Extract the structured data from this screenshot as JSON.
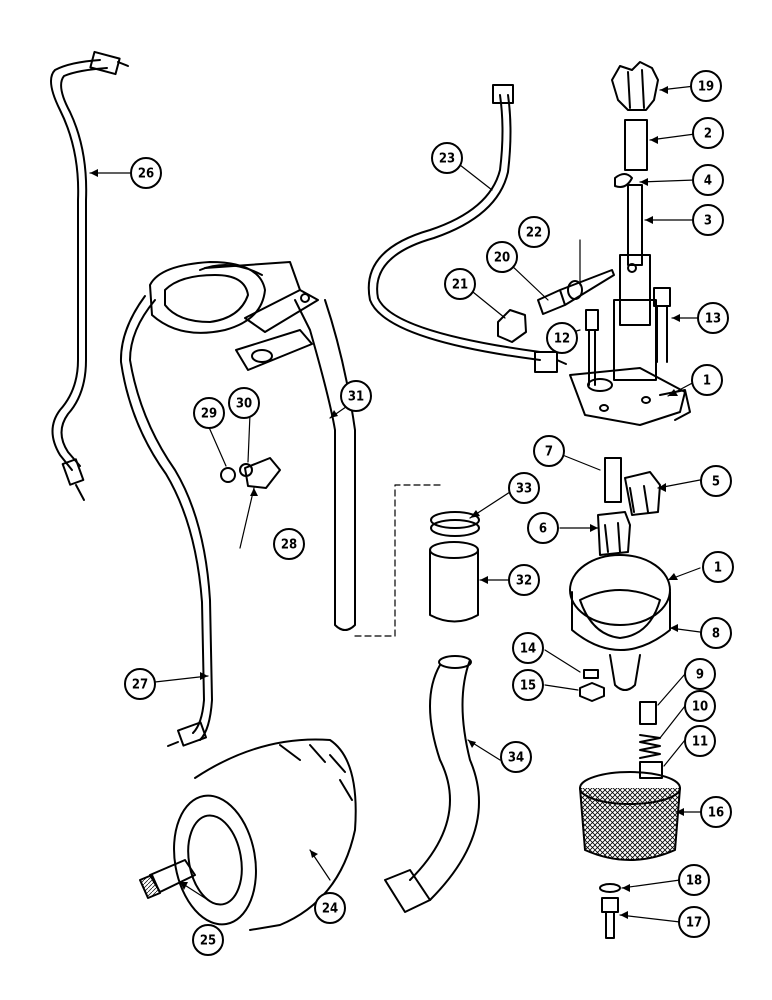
{
  "diagram": {
    "callouts": [
      {
        "id": "c1a",
        "label": "1"
      },
      {
        "id": "c1b",
        "label": "1"
      },
      {
        "id": "c2",
        "label": "2"
      },
      {
        "id": "c3",
        "label": "3"
      },
      {
        "id": "c4",
        "label": "4"
      },
      {
        "id": "c5",
        "label": "5"
      },
      {
        "id": "c6",
        "label": "6"
      },
      {
        "id": "c7",
        "label": "7"
      },
      {
        "id": "c8",
        "label": "8"
      },
      {
        "id": "c9",
        "label": "9"
      },
      {
        "id": "c10",
        "label": "10"
      },
      {
        "id": "c11",
        "label": "11"
      },
      {
        "id": "c12",
        "label": "12"
      },
      {
        "id": "c13",
        "label": "13"
      },
      {
        "id": "c14",
        "label": "14"
      },
      {
        "id": "c15",
        "label": "15"
      },
      {
        "id": "c16",
        "label": "16"
      },
      {
        "id": "c17",
        "label": "17"
      },
      {
        "id": "c18",
        "label": "18"
      },
      {
        "id": "c19",
        "label": "19"
      },
      {
        "id": "c20",
        "label": "20"
      },
      {
        "id": "c21",
        "label": "21"
      },
      {
        "id": "c22",
        "label": "22"
      },
      {
        "id": "c23",
        "label": "23"
      },
      {
        "id": "c24",
        "label": "24"
      },
      {
        "id": "c25",
        "label": "25"
      },
      {
        "id": "c26",
        "label": "26"
      },
      {
        "id": "c27",
        "label": "27"
      },
      {
        "id": "c28",
        "label": "28"
      },
      {
        "id": "c29",
        "label": "29"
      },
      {
        "id": "c30",
        "label": "30"
      },
      {
        "id": "c31",
        "label": "31"
      },
      {
        "id": "c32",
        "label": "32"
      },
      {
        "id": "c33",
        "label": "33"
      },
      {
        "id": "c34",
        "label": "34"
      }
    ]
  }
}
